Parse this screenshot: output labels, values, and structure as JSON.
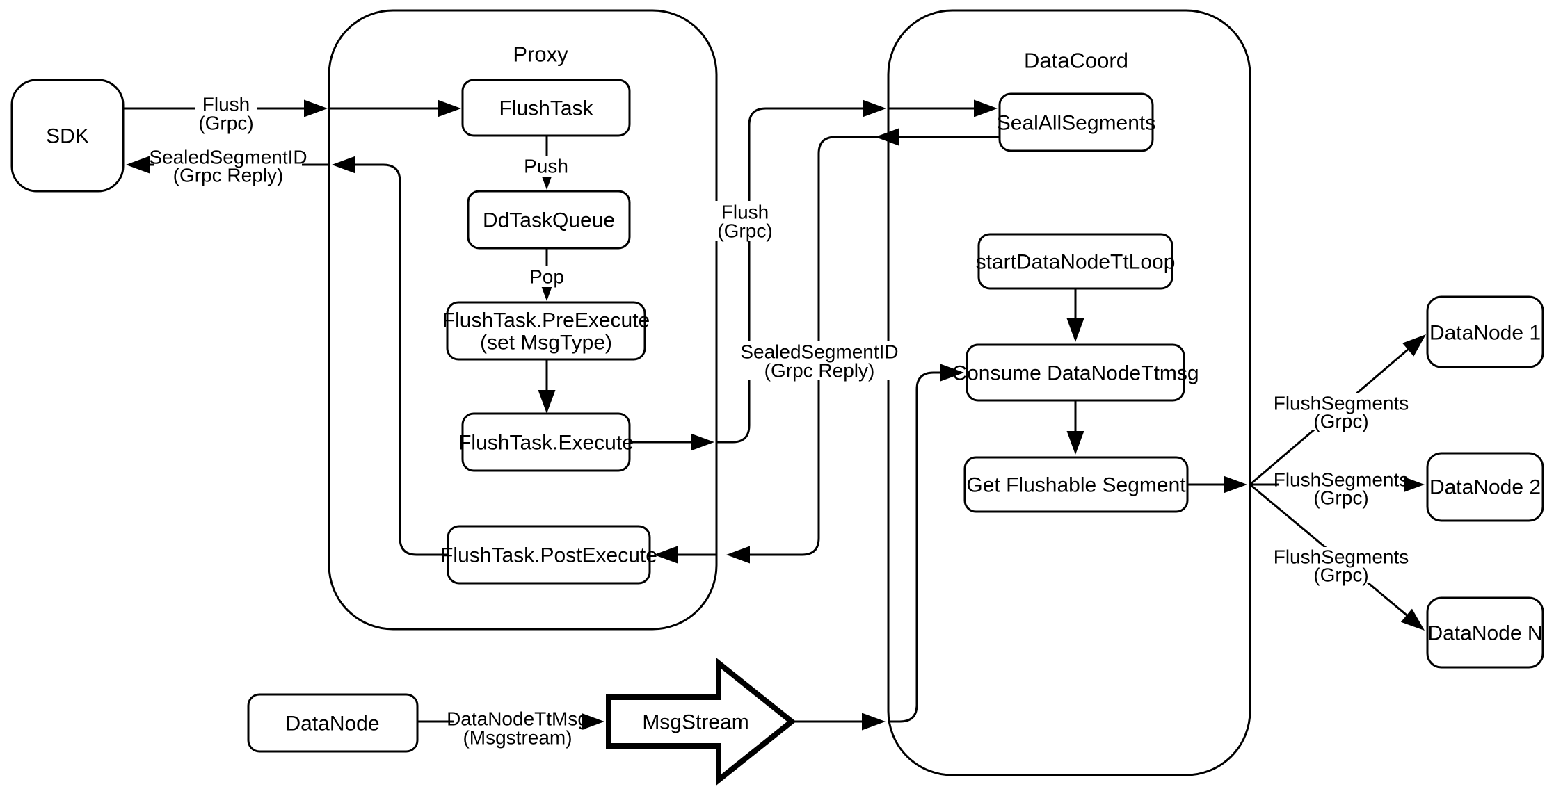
{
  "containers": {
    "proxy": {
      "label": "Proxy"
    },
    "datacoord": {
      "label": "DataCoord"
    }
  },
  "nodes": {
    "sdk": {
      "label": "SDK"
    },
    "flush_task": {
      "label": "FlushTask"
    },
    "dd_task_queue": {
      "label": "DdTaskQueue"
    },
    "pre_execute": {
      "line1": "FlushTask.PreExecute",
      "line2": "(set MsgType)"
    },
    "execute": {
      "label": "FlushTask.Execute"
    },
    "post_execute": {
      "label": "FlushTask.PostExecute"
    },
    "seal_all_segments": {
      "label": "SealAllSegments"
    },
    "start_datanode_tt_loop": {
      "label": "startDataNodeTtLoop"
    },
    "consume_datanode_ttmsg": {
      "label": "Consume DataNodeTtmsg"
    },
    "get_flushable_segment": {
      "label": "Get Flushable Segment"
    },
    "datanode_1": {
      "label": "DataNode 1"
    },
    "datanode_2": {
      "label": "DataNode 2"
    },
    "datanode_n": {
      "label": "DataNode N"
    },
    "datanode": {
      "label": "DataNode"
    },
    "msgstream": {
      "label": "MsgStream"
    }
  },
  "edge_labels": {
    "flush_sdk": {
      "line1": "Flush",
      "line2": "(Grpc)"
    },
    "sealed_segment_sdk": {
      "line1": "SealedSegmentID",
      "line2": "(Grpc Reply)"
    },
    "push": {
      "label": "Push"
    },
    "pop": {
      "label": "Pop"
    },
    "flush_datacoord": {
      "line1": "Flush",
      "line2": "(Grpc)"
    },
    "sealed_segment_datacoord": {
      "line1": "SealedSegmentID",
      "line2": "(Grpc Reply)"
    },
    "flush_segments_1": {
      "line1": "FlushSegments",
      "line2": "(Grpc)"
    },
    "flush_segments_2": {
      "line1": "FlushSegments",
      "line2": "(Grpc)"
    },
    "flush_segments_3": {
      "line1": "FlushSegments",
      "line2": "(Grpc)"
    },
    "datanode_ttmsg": {
      "line1": "DataNodeTtMsg",
      "line2": "(Msgstream)"
    }
  },
  "colors": {
    "stroke": "#000000",
    "node_fill": "#ffffff",
    "background": "#ffffff"
  }
}
